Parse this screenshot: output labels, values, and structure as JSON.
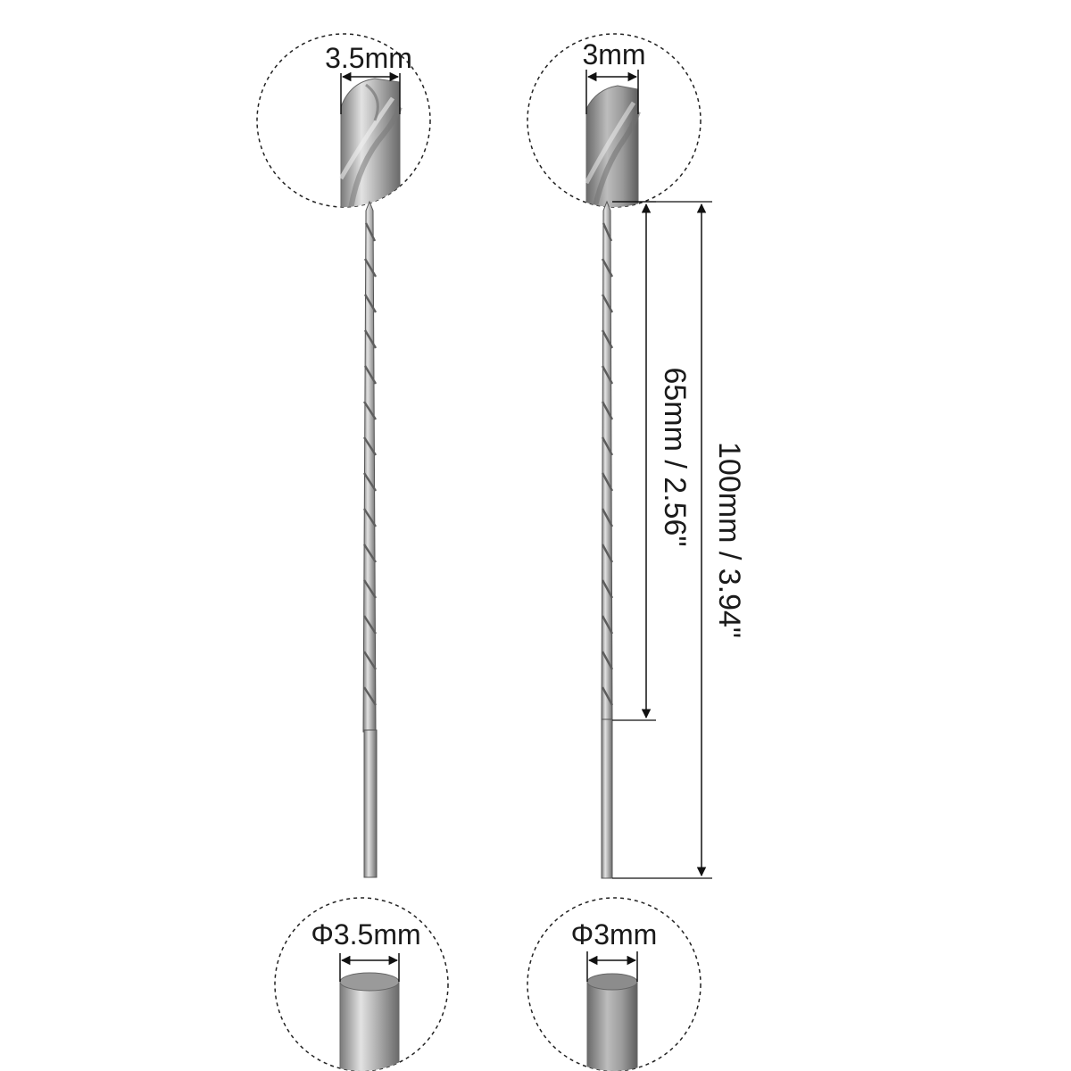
{
  "bits": [
    {
      "tip_label": "3.5mm",
      "shank_label": "Φ3.5mm"
    },
    {
      "tip_label": "3mm",
      "shank_label": "Φ3mm"
    }
  ],
  "dimensions": {
    "flute_length_label": "65mm / 2.56\"",
    "overall_length_label": "100mm / 3.94\""
  },
  "colors": {
    "steel_light": "#d8d8d8",
    "steel_mid": "#a9a9a9",
    "steel_dark": "#6e6e6e",
    "outline": "#555555",
    "dim_line": "#111111"
  }
}
